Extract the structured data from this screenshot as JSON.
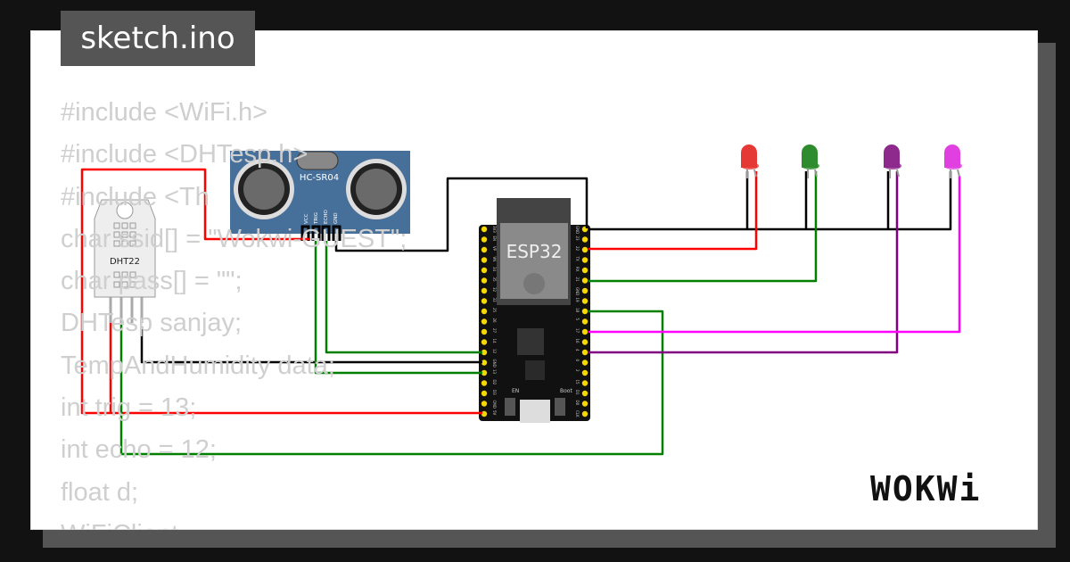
{
  "title": "sketch.ino",
  "code_lines": [
    "#include <WiFi.h>",
    "#include <DHTesp.h>",
    "#include <Th",
    "char ssid[] = \"Wokwi-GUEST\";",
    "char pass[] = \"\";",
    "DHTesp sanjay;",
    "TempAndHumidity data;",
    "int trig = 13;",
    "int echo = 12;",
    "float d;",
    "WiFiClient"
  ],
  "components": {
    "ultrasonic": {
      "label": "HC-SR04",
      "pins": [
        "VCC",
        "TRIG",
        "ECHO",
        "GND"
      ]
    },
    "dht": {
      "label": "DHT22"
    },
    "esp32": {
      "label": "ESP32",
      "boot_label": "Boot",
      "en_label": "EN",
      "left_pins": [
        "3V3",
        "EN",
        "VP",
        "VN",
        "34",
        "35",
        "32",
        "33",
        "25",
        "26",
        "27",
        "14",
        "12",
        "GND",
        "13",
        "D2",
        "D3",
        "CMD",
        "5V"
      ],
      "right_pins": [
        "GND",
        "23",
        "22",
        "TX",
        "RX",
        "21",
        "GND",
        "19",
        "18",
        "5",
        "17",
        "16",
        "4",
        "0",
        "2",
        "15",
        "D1",
        "D0",
        "CLK"
      ]
    },
    "leds": [
      {
        "color": "#e53935"
      },
      {
        "color": "#2e8b2e"
      },
      {
        "color": "#8e2a8e"
      },
      {
        "color": "#e040e0"
      }
    ]
  },
  "wire_colors": {
    "power": "#ff0000",
    "ground": "#000000",
    "signal": "#008000",
    "purple": "#800080",
    "magenta": "#ff00ff"
  },
  "logo": "WOKWi"
}
